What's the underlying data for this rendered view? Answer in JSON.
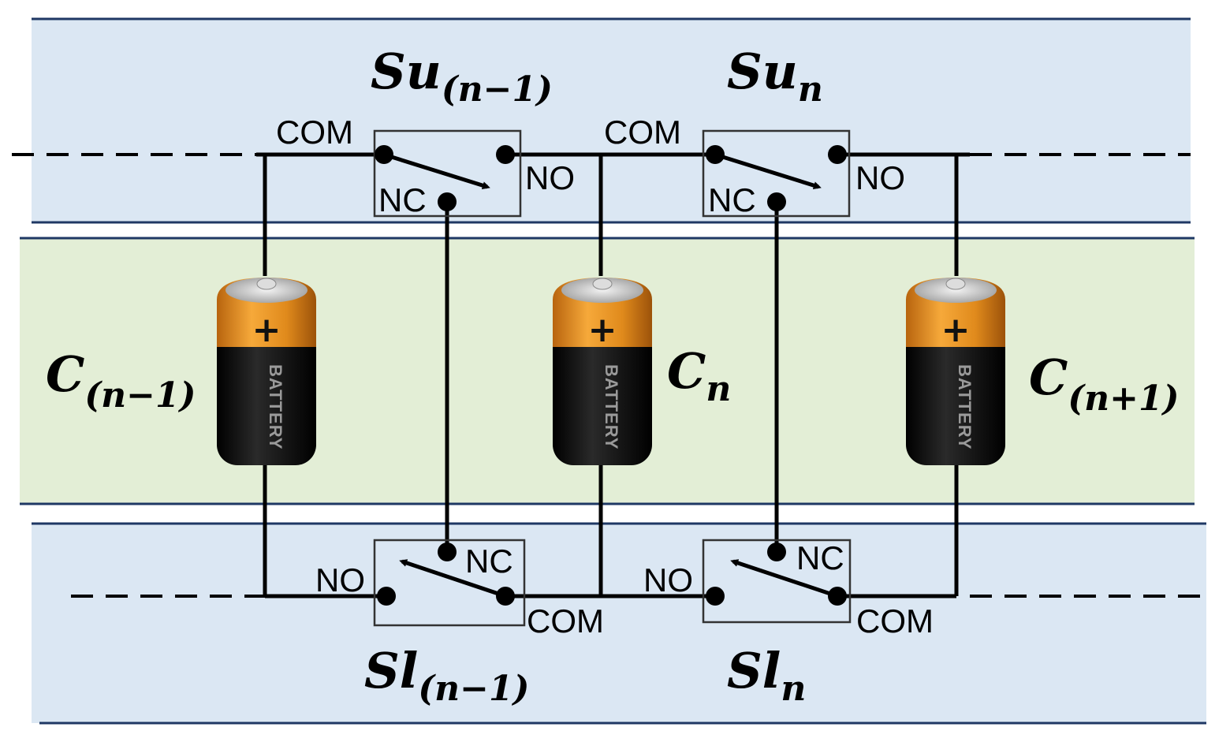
{
  "colors": {
    "upper_band": "#dbe7f3",
    "middle_band": "#e3eed6",
    "lower_band": "#dbe7f3",
    "band_line": "#1f3864",
    "wire": "#000000",
    "battery_body": "#111111",
    "battery_cap": "#e89423"
  },
  "switches": {
    "su_prev": {
      "main": "Su",
      "sub": "(n−1)",
      "com": "COM",
      "nc": "NC",
      "no": "NO"
    },
    "su_n": {
      "main": "Su",
      "sub": "n",
      "com": "COM",
      "nc": "NC",
      "no": "NO"
    },
    "sl_prev": {
      "main": "Sl",
      "sub": "(n−1)",
      "com": "COM",
      "nc": "NC",
      "no": "NO"
    },
    "sl_n": {
      "main": "Sl",
      "sub": "n",
      "com": "COM",
      "nc": "NC",
      "no": "NO"
    }
  },
  "cells": {
    "c_prev": {
      "main": "C",
      "sub": "(n−1)",
      "plus": "+",
      "body_text": "BATTERY"
    },
    "c_n": {
      "main": "C",
      "sub": "n",
      "plus": "+",
      "body_text": "BATTERY"
    },
    "c_next": {
      "main": "C",
      "sub": "(n+1)",
      "plus": "+",
      "body_text": "BATTERY"
    }
  }
}
